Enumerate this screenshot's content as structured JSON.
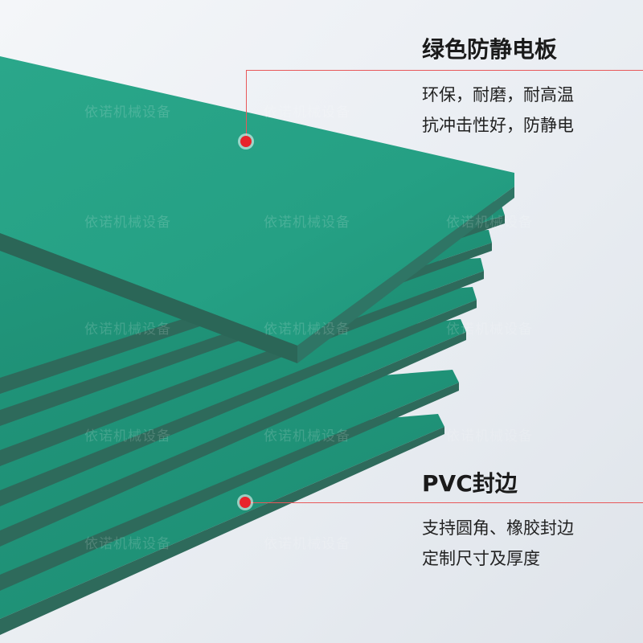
{
  "colors": {
    "board_top": "#27a186",
    "board_edge": "#2d6d5c",
    "accent_red": "#e8242b"
  },
  "callout_top": {
    "title": "绿色防静电板",
    "lines": [
      "环保，耐磨，耐高温",
      "抗冲击性好，防静电"
    ]
  },
  "callout_bottom": {
    "title": "PVC封边",
    "lines": [
      "支持圆角、橡胶封边",
      "定制尺寸及厚度"
    ]
  },
  "watermark": {
    "text": "依诺机械设备"
  }
}
